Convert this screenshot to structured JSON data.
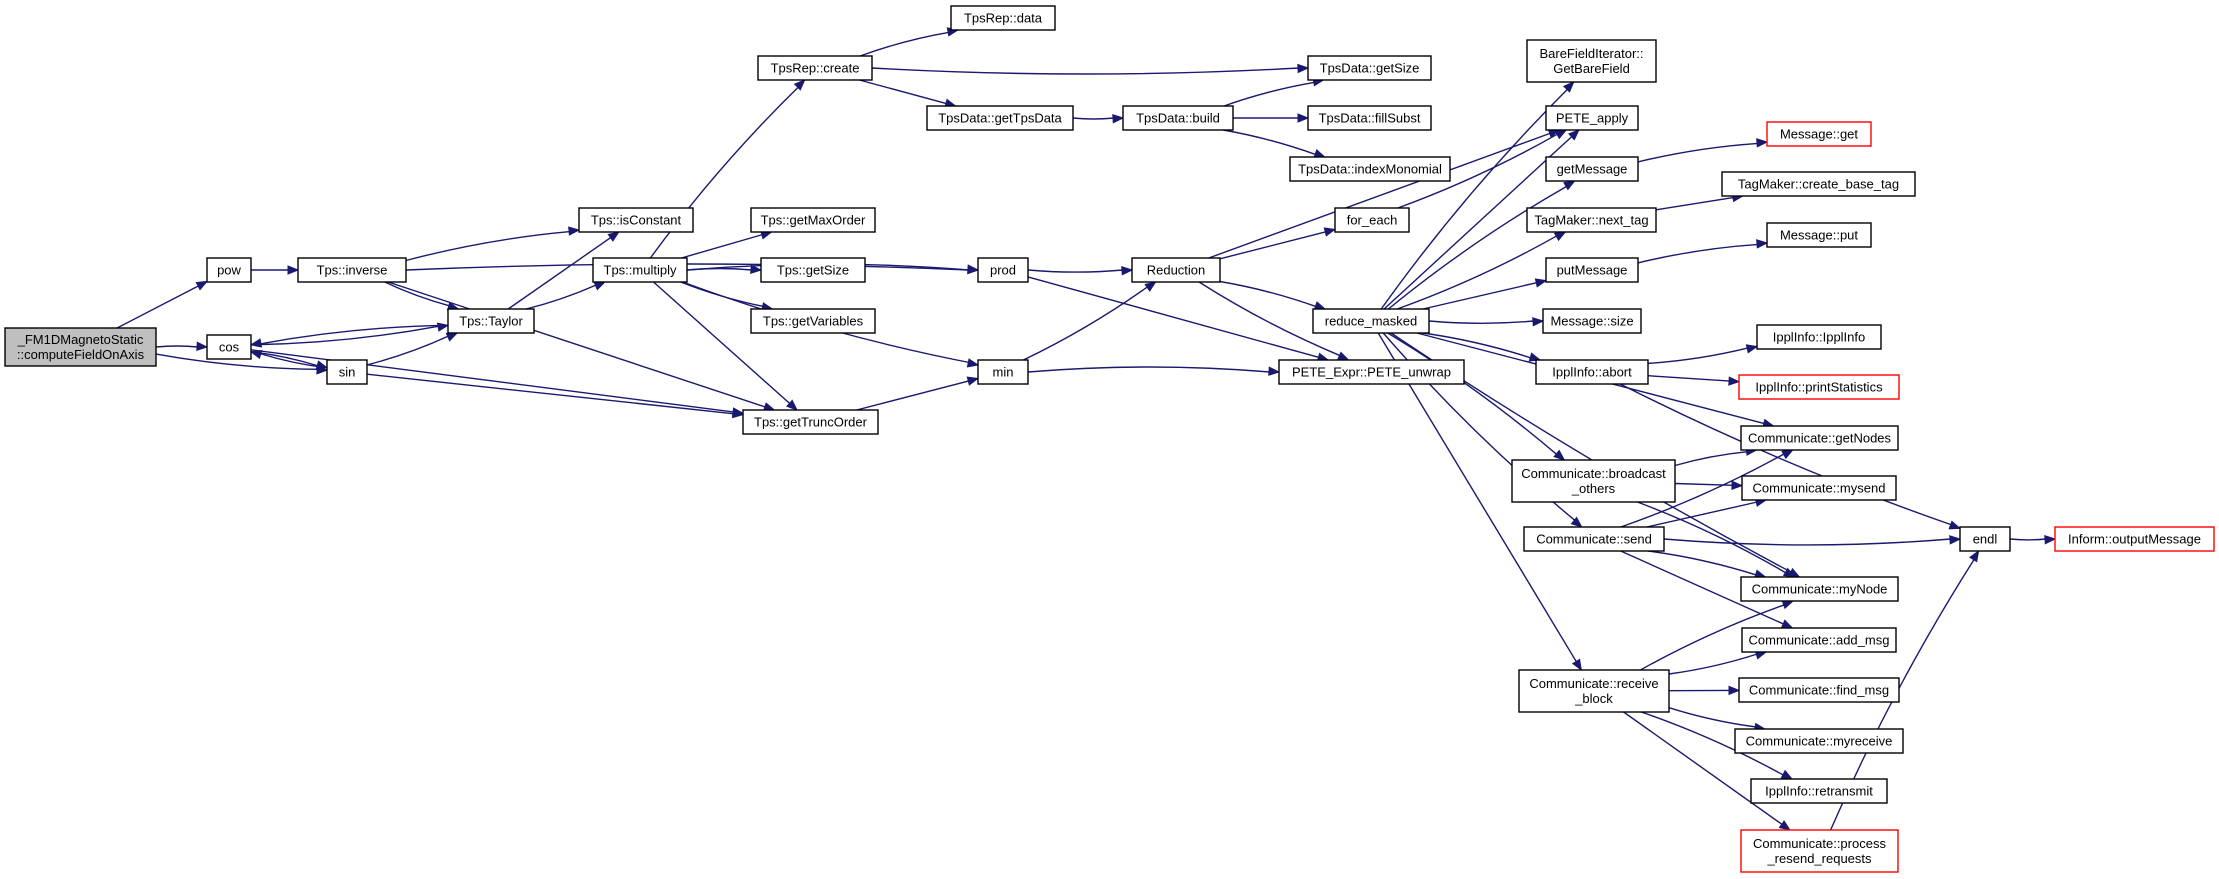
{
  "graph": {
    "colors": {
      "edge": "#191970",
      "root_fill": "#bfbfbf",
      "node_border": "#000000",
      "truncated_border": "#ff0000"
    },
    "nodes": [
      {
        "id": "root",
        "lines": [
          "_FM1DMagnetoStatic",
          "::computeFieldOnAxis"
        ],
        "kind": "root"
      },
      {
        "id": "pow",
        "lines": [
          "pow"
        ],
        "kind": "normal"
      },
      {
        "id": "cos",
        "lines": [
          "cos"
        ],
        "kind": "normal"
      },
      {
        "id": "sin",
        "lines": [
          "sin"
        ],
        "kind": "normal"
      },
      {
        "id": "tps_inverse",
        "lines": [
          "Tps::inverse"
        ],
        "kind": "normal"
      },
      {
        "id": "tps_taylor",
        "lines": [
          "Tps::Taylor"
        ],
        "kind": "normal"
      },
      {
        "id": "tps_isconstant",
        "lines": [
          "Tps::isConstant"
        ],
        "kind": "normal"
      },
      {
        "id": "tps_multiply",
        "lines": [
          "Tps::multiply"
        ],
        "kind": "normal"
      },
      {
        "id": "tpsrep_create",
        "lines": [
          "TpsRep::create"
        ],
        "kind": "normal"
      },
      {
        "id": "tpsrep_data",
        "lines": [
          "TpsRep::data"
        ],
        "kind": "normal"
      },
      {
        "id": "tps_getmaxorder",
        "lines": [
          "Tps::getMaxOrder"
        ],
        "kind": "normal"
      },
      {
        "id": "tps_getsize",
        "lines": [
          "Tps::getSize"
        ],
        "kind": "normal"
      },
      {
        "id": "tps_getvariables",
        "lines": [
          "Tps::getVariables"
        ],
        "kind": "normal"
      },
      {
        "id": "tps_gettruncorder",
        "lines": [
          "Tps::getTruncOrder"
        ],
        "kind": "normal"
      },
      {
        "id": "tpsdata_gettpsdata",
        "lines": [
          "TpsData::getTpsData"
        ],
        "kind": "normal"
      },
      {
        "id": "tpsdata_build",
        "lines": [
          "TpsData::build"
        ],
        "kind": "normal"
      },
      {
        "id": "tpsdata_getsize",
        "lines": [
          "TpsData::getSize"
        ],
        "kind": "normal"
      },
      {
        "id": "tpsdata_fillsubst",
        "lines": [
          "TpsData::fillSubst"
        ],
        "kind": "normal"
      },
      {
        "id": "tpsdata_indexmonomial",
        "lines": [
          "TpsData::indexMonomial"
        ],
        "kind": "normal"
      },
      {
        "id": "prod",
        "lines": [
          "prod"
        ],
        "kind": "normal"
      },
      {
        "id": "min",
        "lines": [
          "min"
        ],
        "kind": "normal"
      },
      {
        "id": "reduction",
        "lines": [
          "Reduction"
        ],
        "kind": "normal"
      },
      {
        "id": "for_each",
        "lines": [
          "for_each"
        ],
        "kind": "normal"
      },
      {
        "id": "reduce_masked",
        "lines": [
          "reduce_masked"
        ],
        "kind": "normal"
      },
      {
        "id": "pete_unwrap",
        "lines": [
          "PETE_Expr::PETE_unwrap"
        ],
        "kind": "normal"
      },
      {
        "id": "barefield",
        "lines": [
          "BareFieldIterator::",
          "GetBareField"
        ],
        "kind": "normal"
      },
      {
        "id": "pete_apply",
        "lines": [
          "PETE_apply"
        ],
        "kind": "normal"
      },
      {
        "id": "getmessage",
        "lines": [
          "getMessage"
        ],
        "kind": "normal"
      },
      {
        "id": "tagmaker_next",
        "lines": [
          "TagMaker::next_tag"
        ],
        "kind": "normal"
      },
      {
        "id": "putmessage",
        "lines": [
          "putMessage"
        ],
        "kind": "normal"
      },
      {
        "id": "message_size",
        "lines": [
          "Message::size"
        ],
        "kind": "normal"
      },
      {
        "id": "ippl_abort",
        "lines": [
          "IpplInfo::abort"
        ],
        "kind": "normal"
      },
      {
        "id": "comm_broadcast",
        "lines": [
          "Communicate::broadcast",
          "_others"
        ],
        "kind": "normal"
      },
      {
        "id": "comm_send",
        "lines": [
          "Communicate::send"
        ],
        "kind": "normal"
      },
      {
        "id": "comm_receive",
        "lines": [
          "Communicate::receive",
          "_block"
        ],
        "kind": "normal"
      },
      {
        "id": "message_get",
        "lines": [
          "Message::get"
        ],
        "kind": "truncated"
      },
      {
        "id": "tagmaker_create",
        "lines": [
          "TagMaker::create_base_tag"
        ],
        "kind": "normal"
      },
      {
        "id": "message_put",
        "lines": [
          "Message::put"
        ],
        "kind": "normal"
      },
      {
        "id": "ippl_ipplinfo",
        "lines": [
          "IpplInfo::IpplInfo"
        ],
        "kind": "normal"
      },
      {
        "id": "ippl_printstats",
        "lines": [
          "IpplInfo::printStatistics"
        ],
        "kind": "truncated"
      },
      {
        "id": "comm_getnodes",
        "lines": [
          "Communicate::getNodes"
        ],
        "kind": "normal"
      },
      {
        "id": "comm_mysend",
        "lines": [
          "Communicate::mysend"
        ],
        "kind": "normal"
      },
      {
        "id": "comm_mynode",
        "lines": [
          "Communicate::myNode"
        ],
        "kind": "normal"
      },
      {
        "id": "comm_addmsg",
        "lines": [
          "Communicate::add_msg"
        ],
        "kind": "normal"
      },
      {
        "id": "comm_findmsg",
        "lines": [
          "Communicate::find_msg"
        ],
        "kind": "normal"
      },
      {
        "id": "comm_myreceive",
        "lines": [
          "Communicate::myreceive"
        ],
        "kind": "normal"
      },
      {
        "id": "ippl_retransmit",
        "lines": [
          "IpplInfo::retransmit"
        ],
        "kind": "normal"
      },
      {
        "id": "comm_process",
        "lines": [
          "Communicate::process",
          "_resend_requests"
        ],
        "kind": "truncated"
      },
      {
        "id": "endl",
        "lines": [
          "endl"
        ],
        "kind": "normal"
      },
      {
        "id": "inform_output",
        "lines": [
          "Inform::outputMessage"
        ],
        "kind": "truncated"
      }
    ],
    "edges": [
      [
        "root",
        "pow"
      ],
      [
        "root",
        "cos"
      ],
      [
        "root",
        "sin"
      ],
      [
        "pow",
        "tps_inverse"
      ],
      [
        "cos",
        "tps_taylor"
      ],
      [
        "cos",
        "sin"
      ],
      [
        "cos",
        "tps_gettruncorder"
      ],
      [
        "sin",
        "cos"
      ],
      [
        "sin",
        "tps_taylor"
      ],
      [
        "sin",
        "tps_gettruncorder"
      ],
      [
        "tps_inverse",
        "tps_taylor"
      ],
      [
        "tps_inverse",
        "tps_isconstant"
      ],
      [
        "tps_inverse",
        "tps_gettruncorder"
      ],
      [
        "tps_inverse",
        "prod"
      ],
      [
        "tps_taylor",
        "cos"
      ],
      [
        "tps_taylor",
        "tps_isconstant"
      ],
      [
        "tps_taylor",
        "tps_multiply"
      ],
      [
        "tps_multiply",
        "tpsrep_create"
      ],
      [
        "tps_multiply",
        "tps_getmaxorder"
      ],
      [
        "tps_multiply",
        "tps_getsize"
      ],
      [
        "tps_multiply",
        "tps_getvariables"
      ],
      [
        "tps_multiply",
        "tps_gettruncorder"
      ],
      [
        "tps_multiply",
        "min"
      ],
      [
        "tps_multiply",
        "prod"
      ],
      [
        "tps_gettruncorder",
        "min"
      ],
      [
        "tpsrep_create",
        "tpsrep_data"
      ],
      [
        "tpsrep_create",
        "tpsdata_getsize"
      ],
      [
        "tpsrep_create",
        "tpsdata_gettpsdata"
      ],
      [
        "tpsdata_gettpsdata",
        "tpsdata_build"
      ],
      [
        "tpsdata_build",
        "tpsdata_getsize"
      ],
      [
        "tpsdata_build",
        "tpsdata_fillsubst"
      ],
      [
        "tpsdata_build",
        "tpsdata_indexmonomial"
      ],
      [
        "prod",
        "reduction"
      ],
      [
        "prod",
        "pete_unwrap"
      ],
      [
        "min",
        "reduction"
      ],
      [
        "min",
        "pete_unwrap"
      ],
      [
        "reduction",
        "for_each"
      ],
      [
        "reduction",
        "reduce_masked"
      ],
      [
        "reduction",
        "pete_unwrap"
      ],
      [
        "reduction",
        "pete_apply"
      ],
      [
        "for_each",
        "pete_apply"
      ],
      [
        "reduce_masked",
        "barefield"
      ],
      [
        "reduce_masked",
        "pete_apply"
      ],
      [
        "reduce_masked",
        "getmessage"
      ],
      [
        "reduce_masked",
        "tagmaker_next"
      ],
      [
        "reduce_masked",
        "putmessage"
      ],
      [
        "reduce_masked",
        "message_size"
      ],
      [
        "reduce_masked",
        "ippl_abort"
      ],
      [
        "reduce_masked",
        "comm_getnodes"
      ],
      [
        "reduce_masked",
        "comm_broadcast"
      ],
      [
        "reduce_masked",
        "comm_send"
      ],
      [
        "reduce_masked",
        "comm_receive"
      ],
      [
        "reduce_masked",
        "comm_mynode"
      ],
      [
        "getmessage",
        "message_get"
      ],
      [
        "tagmaker_next",
        "tagmaker_create"
      ],
      [
        "putmessage",
        "message_put"
      ],
      [
        "ippl_abort",
        "ippl_ipplinfo"
      ],
      [
        "ippl_abort",
        "ippl_printstats"
      ],
      [
        "ippl_abort",
        "endl"
      ],
      [
        "comm_broadcast",
        "comm_getnodes"
      ],
      [
        "comm_broadcast",
        "comm_mysend"
      ],
      [
        "comm_broadcast",
        "comm_mynode"
      ],
      [
        "comm_send",
        "comm_getnodes"
      ],
      [
        "comm_send",
        "comm_mysend"
      ],
      [
        "comm_send",
        "endl"
      ],
      [
        "comm_send",
        "comm_mynode"
      ],
      [
        "comm_send",
        "comm_addmsg"
      ],
      [
        "comm_receive",
        "comm_mynode"
      ],
      [
        "comm_receive",
        "comm_addmsg"
      ],
      [
        "comm_receive",
        "comm_findmsg"
      ],
      [
        "comm_receive",
        "comm_myreceive"
      ],
      [
        "comm_receive",
        "ippl_retransmit"
      ],
      [
        "comm_receive",
        "comm_process"
      ],
      [
        "comm_process",
        "endl"
      ],
      [
        "endl",
        "inform_output"
      ]
    ]
  }
}
